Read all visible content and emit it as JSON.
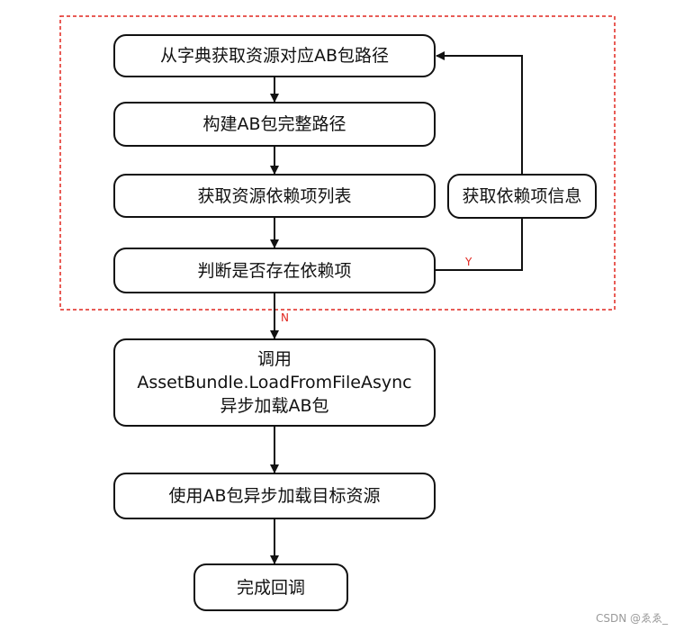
{
  "nodes": {
    "lookup_path": "从字典获取资源对应AB包路径",
    "build_path": "构建AB包完整路径",
    "get_deps": "获取资源依赖项列表",
    "check_deps": "判断是否存在依赖项",
    "get_dep_info": "获取依赖项信息",
    "load_call_line1": "调用",
    "load_call_line2": "AssetBundle.LoadFromFileAsync",
    "load_call_line3": "异步加载AB包",
    "load_asset": "使用AB包异步加载目标资源",
    "done": "完成回调"
  },
  "edge_labels": {
    "yes": "Y",
    "no": "N"
  },
  "watermark": "CSDN @ゑゑ_",
  "colors": {
    "border": "#111111",
    "dashed_frame": "#e0261f",
    "edge_label": "#e0261f"
  }
}
